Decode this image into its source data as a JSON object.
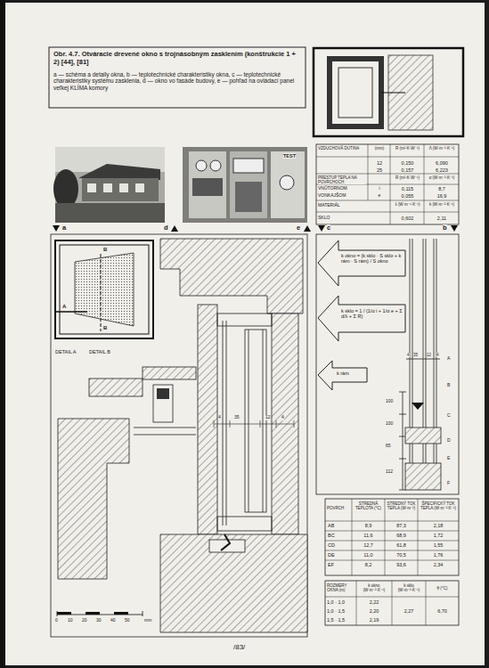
{
  "diagram": {
    "title": "Obr. 4.7. Otváracie drevené okno s trojnásobným zasklením (konštrukcie 1 + 2) [44], [81]",
    "caption": "a — schéma a detaily okna, b — teplotechnické charakteristiky okna, c — teplotechnické charakteristiky systému zasklenia, d — okno vo fasáde budovy, e — pohľad na ovládací panel veľkej KLÍMA komory",
    "labels": [
      "a",
      "d",
      "e",
      "c",
      "b",
      "B",
      "A",
      "B",
      "DETAIL A",
      "DETAIL B",
      "0",
      "10",
      "20",
      "30",
      "40",
      "50",
      "mm",
      "4",
      "35",
      "12",
      "4",
      "4",
      "35",
      "12",
      "4",
      "100",
      "100",
      "65",
      "112",
      "A",
      "B",
      "C",
      "D",
      "E",
      "F",
      "k okno = (k sklo · S sklo + k rám · S rám) / S okno",
      "k sklo = 1 / (1/α i + 1/α e + Σ d/λ + Σ R)",
      "k rám",
      "VZDUCHOVÁ DUTINA",
      "(mm)",
      "R (m²·K·W⁻¹)",
      "Λ (W·m⁻²·K⁻¹)",
      "12",
      "0,150",
      "6,090",
      "25",
      "0,157",
      "6,223",
      "PRESTUP TEPLA NA POVRCHOCH",
      "R (m²·K·W⁻¹)",
      "α (W·m⁻²·K⁻¹)",
      "VNÚTORNOM",
      "i",
      "0,115",
      "8,7",
      "VONKAJŠOM",
      "e",
      "0,055",
      "16,9",
      "MATERIÁL",
      "λ (W·m⁻¹·K⁻¹)",
      "k (W·m⁻²·K⁻¹)",
      "SKLO",
      "0,602",
      "2,11",
      "POVRCH",
      "STREDNÁ TEPLOTA (°C)",
      "STREDNÝ TOK TEPLA (W·m⁻²)",
      "ŠPECIFICKÝ TOK TEPLA (W·m⁻²·K⁻¹)",
      "AB",
      "8,9",
      "87,3",
      "2,18",
      "BC",
      "11,6",
      "68,9",
      "1,72",
      "CD",
      "12,7",
      "61,8",
      "1,55",
      "DE",
      "11,0",
      "70,5",
      "1,76",
      "EF",
      "8,2",
      "93,6",
      "2,34",
      "ROZMERY OKNA (m)",
      "k okno (W·m⁻²·K⁻¹)",
      "k sklo (W·m⁻²·K⁻¹)",
      "θ (°C)",
      "1,0 · 1,0",
      "2,22",
      "1,0 · 1,5",
      "2,20",
      "1,5 · 1,5",
      "2,19",
      "2,27",
      "6,70",
      "TEST",
      "/83/"
    ]
  }
}
